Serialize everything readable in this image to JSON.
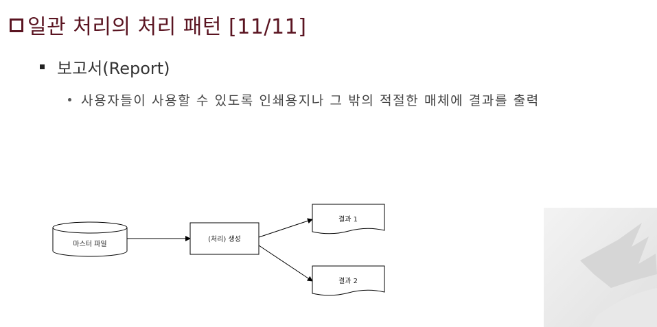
{
  "title": "일관 처리의 처리 패턴 [11/11]",
  "level1": "보고서(Report)",
  "level2": "사용자들이 사용할 수 있도록 인쇄용지나 그 밖의 적절한 매체에 결과를 출력",
  "diagram": {
    "master_file": "마스터 파일",
    "process": "(처리) 생성",
    "result1": "결과 1",
    "result2": "결과 2"
  },
  "colors": {
    "title": "#5a1421"
  }
}
